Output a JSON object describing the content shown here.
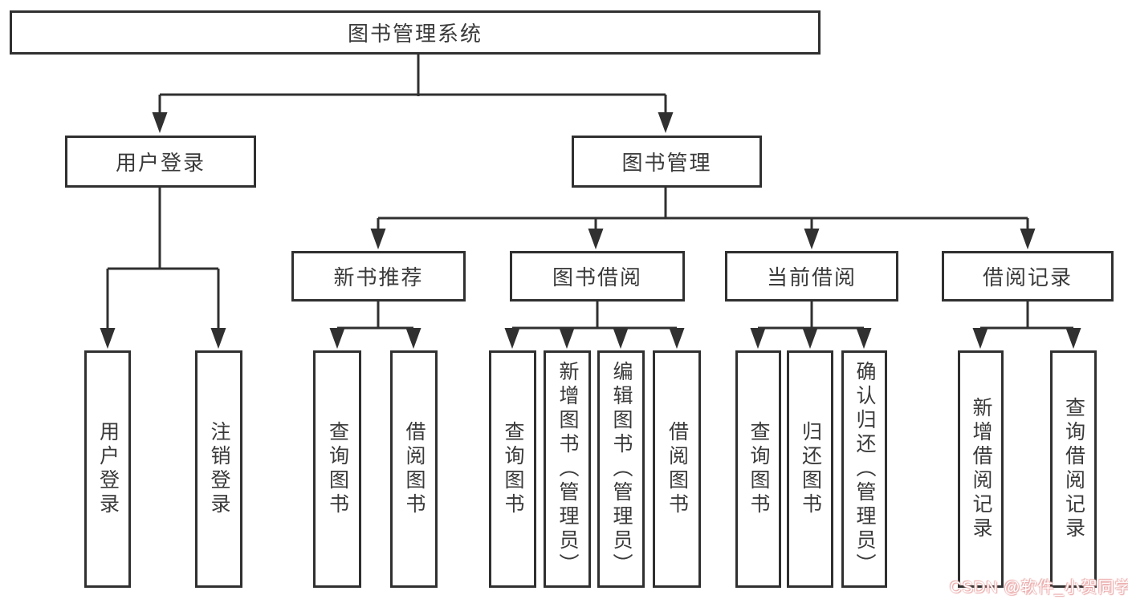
{
  "title": "图书管理系统",
  "level2": {
    "user_login": "用户登录",
    "book_management": "图书管理"
  },
  "level3": {
    "new_book_recommend": "新书推荐",
    "book_borrow": "图书借阅",
    "current_borrow": "当前借阅",
    "borrow_records": "借阅记录"
  },
  "leaves": {
    "user_login": "用户登录",
    "logout": "注销登录",
    "nb_query": "查询图书",
    "nb_borrow": "借阅图书",
    "bb_query": "查询图书",
    "bb_add": "新增图书（管理员）",
    "bb_edit": "编辑图书（管理员）",
    "bb_borrow": "借阅图书",
    "cb_query": "查询图书",
    "cb_return": "归还图书",
    "cb_confirm": "确认归还（管理员）",
    "br_add": "新增借阅记录",
    "br_query": "查询借阅记录"
  },
  "watermark": "CSDN @软件_小贺同学",
  "colors": {
    "line": "#303030",
    "text": "#3a3a3a",
    "watermark": "#eba9a9",
    "background": "#ffffff"
  }
}
